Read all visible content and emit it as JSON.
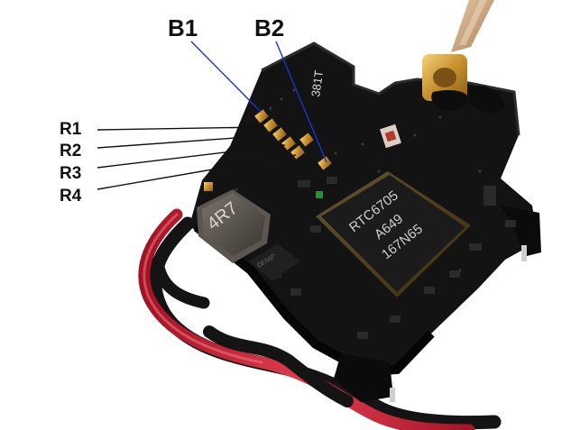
{
  "annotations": {
    "pad_labels_top": [
      "B1",
      "B2"
    ],
    "pad_labels_left": [
      "R1",
      "R2",
      "R3",
      "R4"
    ],
    "leader_line_colors": {
      "B": "#1a35c8",
      "R": "#111111"
    }
  },
  "board_markings": {
    "inductor": "4R7",
    "chip_line_1": "RTC6705",
    "chip_line_2": "A649",
    "chip_line_3": "167N65",
    "silkscreen": "381T",
    "small_ic": "DE56P"
  },
  "colors": {
    "pcb": "#121212",
    "pad_gold": "#d9a24a",
    "wire_red": "#d42a3c",
    "wire_black": "#141414",
    "coax": "#c9a47f",
    "chip": "#1b1b1b"
  },
  "icons": [
    "vtx-board-photo",
    "leader-line-icon"
  ]
}
